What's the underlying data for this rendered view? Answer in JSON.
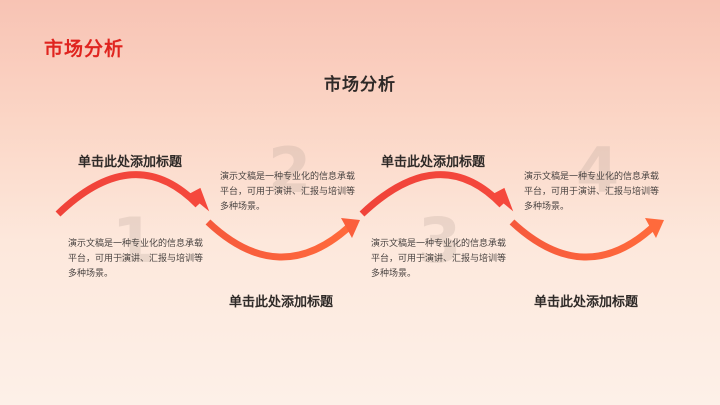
{
  "corner_title": "市场分析",
  "page_title": "市场分析",
  "colors": {
    "accent_red": "#e0241f",
    "arrow_start": "#f0433a",
    "arrow_end": "#ff6a3c",
    "text_dark": "#2f2a28"
  },
  "steps": [
    {
      "number": "1",
      "heading": "单击此处添加标题",
      "description": "演示文稿是一种专业化的信息承载平台，可用于演讲、汇报与培训等多种场景。"
    },
    {
      "number": "2",
      "heading": "单击此处添加标题",
      "description": "演示文稿是一种专业化的信息承载平台，可用于演讲、汇报与培训等多种场景。"
    },
    {
      "number": "3",
      "heading": "单击此处添加标题",
      "description": "演示文稿是一种专业化的信息承载平台，可用于演讲、汇报与培训等多种场景。"
    },
    {
      "number": "4",
      "heading": "单击此处添加标题",
      "description": "演示文稿是一种专业化的信息承载平台，可用于演讲、汇报与培训等多种场景。"
    }
  ]
}
